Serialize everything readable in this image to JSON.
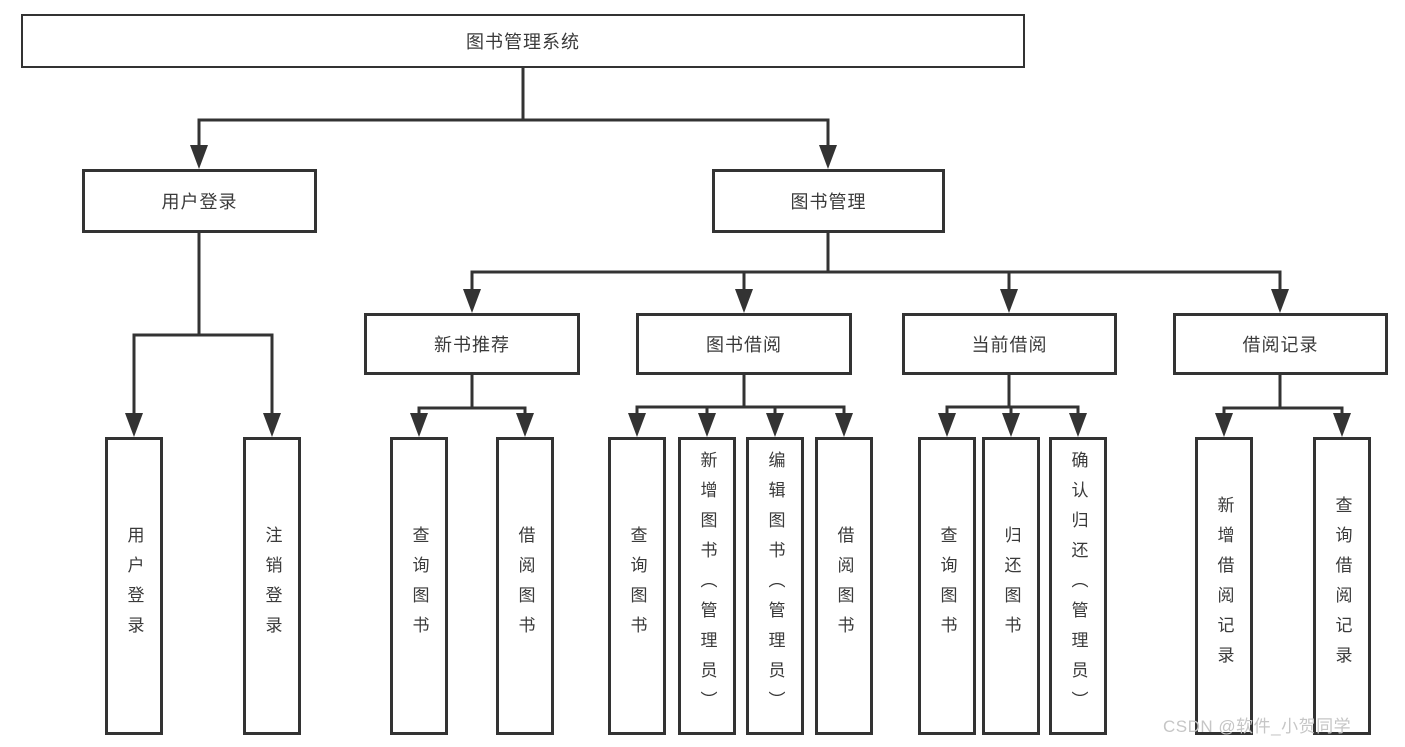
{
  "nodes": {
    "root": "图书管理系统",
    "user_login": "用户登录",
    "book_mgmt": "图书管理",
    "new_books": "新书推荐",
    "book_borrow": "图书借阅",
    "current_borrow": "当前借阅",
    "borrow_records": "借阅记录"
  },
  "leaves": {
    "login": "用户登录",
    "logout": "注销登录",
    "nb_query": "查询图书",
    "nb_borrow": "借阅图书",
    "bb_query": "查询图书",
    "bb_add": "新增图书（管理员）",
    "bb_edit": "编辑图书（管理员）",
    "bb_borrow": "借阅图书",
    "cb_query": "查询图书",
    "cb_return": "归还图书",
    "cb_confirm": "确认归还（管理员）",
    "br_add": "新增借阅记录",
    "br_query": "查询借阅记录"
  },
  "watermark": {
    "text": "CSDN @软件_小贺同学"
  }
}
